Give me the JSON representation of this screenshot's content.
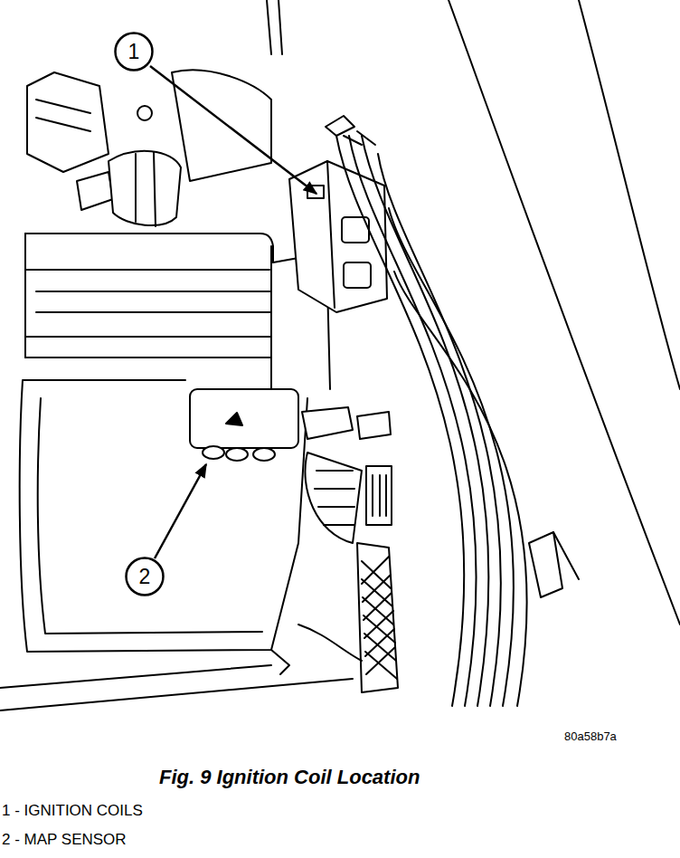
{
  "diagram": {
    "caption": "Fig. 9 Ignition Coil Location",
    "nodes": [
      {
        "text": [
          "1"
        ]
      },
      {
        "text": [
          "2"
        ]
      }
    ],
    "labels": [
      "80a58b7a",
      "1 - IGNITION COILS",
      "2 - MAP SENSOR"
    ]
  }
}
